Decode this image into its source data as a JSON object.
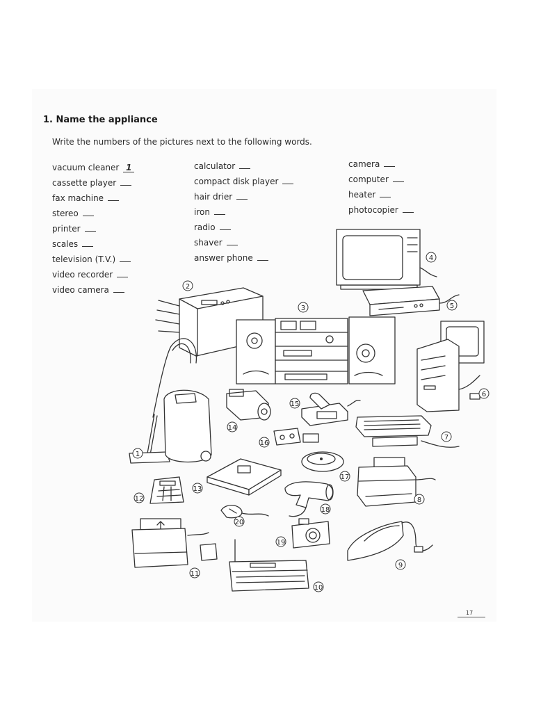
{
  "exercise": {
    "title": "1. Name the appliance",
    "instruction": "Write the numbers of the pictures next to the following words."
  },
  "word_columns": [
    [
      {
        "word": "vacuum cleaner",
        "answer": "1"
      },
      {
        "word": "cassette player",
        "answer": ""
      },
      {
        "word": "fax machine",
        "answer": ""
      },
      {
        "word": "stereo",
        "answer": ""
      },
      {
        "word": "printer",
        "answer": ""
      },
      {
        "word": "scales",
        "answer": ""
      },
      {
        "word": "television (T.V.)",
        "answer": ""
      },
      {
        "word": "video recorder",
        "answer": ""
      },
      {
        "word": "video camera",
        "answer": ""
      }
    ],
    [
      {
        "word": "calculator",
        "answer": ""
      },
      {
        "word": "compact disk player",
        "answer": ""
      },
      {
        "word": "hair drier",
        "answer": ""
      },
      {
        "word": "iron",
        "answer": ""
      },
      {
        "word": "radio",
        "answer": ""
      },
      {
        "word": "shaver",
        "answer": ""
      },
      {
        "word": "answer phone",
        "answer": ""
      }
    ],
    [
      {
        "word": "camera",
        "answer": ""
      },
      {
        "word": "computer",
        "answer": ""
      },
      {
        "word": "heater",
        "answer": ""
      },
      {
        "word": "photocopier",
        "answer": ""
      }
    ]
  ],
  "picture_numbers": [
    "1",
    "2",
    "3",
    "4",
    "5",
    "6",
    "7",
    "8",
    "9",
    "10",
    "11",
    "12",
    "13",
    "14",
    "15",
    "16",
    "17",
    "18",
    "19",
    "20"
  ],
  "page_number": "17"
}
